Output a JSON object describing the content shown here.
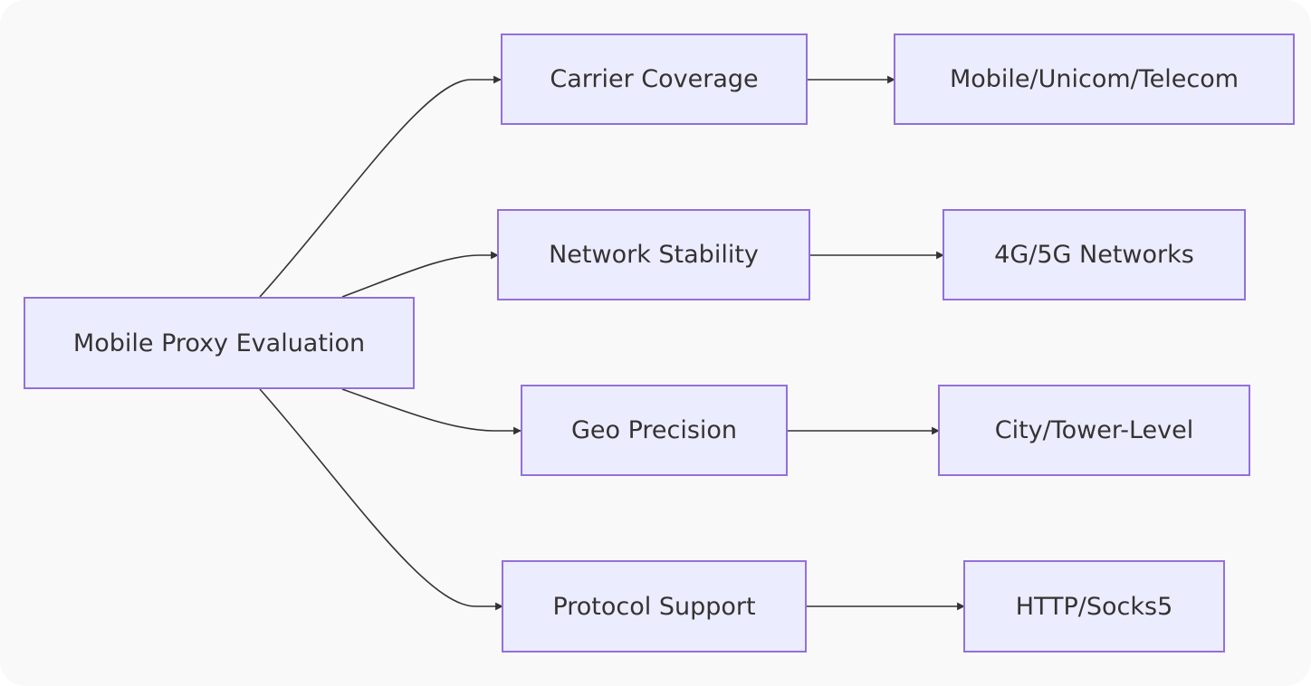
{
  "diagram": {
    "type": "flowchart",
    "direction": "left-to-right",
    "colors": {
      "background": "#f9f9f9",
      "node_fill": "#ececff",
      "node_border": "#9370db",
      "text": "#333333",
      "edge": "#333333"
    },
    "nodes": {
      "root": "Mobile Proxy Evaluation",
      "carrier": "Carrier Coverage",
      "carrier_detail": "Mobile/Unicom/Telecom",
      "network": "Network Stability",
      "network_detail": "4G/5G Networks",
      "geo": "Geo Precision",
      "geo_detail": "City/Tower-Level",
      "protocol": "Protocol Support",
      "protocol_detail": "HTTP/Socks5"
    },
    "edges": [
      {
        "from": "root",
        "to": "carrier"
      },
      {
        "from": "root",
        "to": "network"
      },
      {
        "from": "root",
        "to": "geo"
      },
      {
        "from": "root",
        "to": "protocol"
      },
      {
        "from": "carrier",
        "to": "carrier_detail"
      },
      {
        "from": "network",
        "to": "network_detail"
      },
      {
        "from": "geo",
        "to": "geo_detail"
      },
      {
        "from": "protocol",
        "to": "protocol_detail"
      }
    ]
  }
}
